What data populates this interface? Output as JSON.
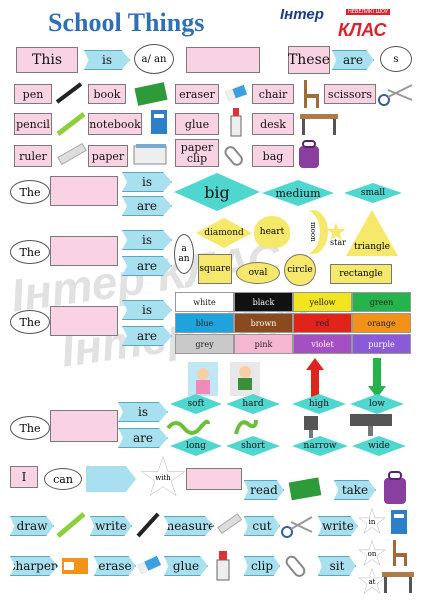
{
  "title": "School Things",
  "logo": {
    "line1": "Інтер",
    "line2": "КЛАС",
    "sub": "НЕВЕЛИКІ ШОУ"
  },
  "watermark": "Інтер КЛАС",
  "row_this": {
    "this": "This",
    "is": "is",
    "a_an": "a/ an",
    "these": "These",
    "are": "are",
    "s": "s"
  },
  "nouns": [
    "pen",
    "book",
    "eraser",
    "chair",
    "scissors",
    "pencil",
    "notebook",
    "glue",
    "desk",
    "ruler",
    "paper",
    "paper clip",
    "bag"
  ],
  "block1": {
    "the": "The",
    "is": "is",
    "are": "are",
    "big": "big",
    "medium": "medium",
    "small": "small"
  },
  "block2": {
    "the": "The",
    "is": "is",
    "are": "are",
    "a": "a",
    "an": "an",
    "shapes": [
      "diamond",
      "heart",
      "moon",
      "star",
      "triangle",
      "square",
      "oval",
      "circle",
      "rectangle"
    ]
  },
  "block3": {
    "the": "The",
    "is": "is",
    "are": "are",
    "colors": [
      {
        "name": "white",
        "bg": "#ffffff",
        "fg": "#222"
      },
      {
        "name": "black",
        "bg": "#111111",
        "fg": "#fff"
      },
      {
        "name": "yellow",
        "bg": "#f2e41d",
        "fg": "#222"
      },
      {
        "name": "green",
        "bg": "#25b34b",
        "fg": "#222"
      },
      {
        "name": "blue",
        "bg": "#1fa3dc",
        "fg": "#222"
      },
      {
        "name": "brown",
        "bg": "#8b4a1e",
        "fg": "#fff"
      },
      {
        "name": "red",
        "bg": "#e0241b",
        "fg": "#222"
      },
      {
        "name": "orange",
        "bg": "#f39219",
        "fg": "#222"
      },
      {
        "name": "grey",
        "bg": "#c9c9c9",
        "fg": "#222"
      },
      {
        "name": "pink",
        "bg": "#f5b7cf",
        "fg": "#222"
      },
      {
        "name": "violet",
        "bg": "#a54fc4",
        "fg": "#fff"
      },
      {
        "name": "purple",
        "bg": "#8a5ad8",
        "fg": "#fff"
      }
    ]
  },
  "block4": {
    "the": "The",
    "is": "is",
    "are": "are",
    "soft": "soft",
    "hard": "hard",
    "high": "high",
    "low": "low",
    "long": "long",
    "short": "short",
    "narrow": "narrow",
    "wide": "wide"
  },
  "verbs": {
    "i": "I",
    "can": "can",
    "with": "with",
    "read": "read",
    "take": "take",
    "draw": "draw",
    "write": "write",
    "measure": "measure",
    "cut": "cut",
    "write2": "write",
    "in": "in",
    "on": "on",
    "at": "at",
    "sharpen": "sharpen",
    "erase": "erase",
    "glue": "glue",
    "clip": "clip",
    "sit": "sit"
  }
}
